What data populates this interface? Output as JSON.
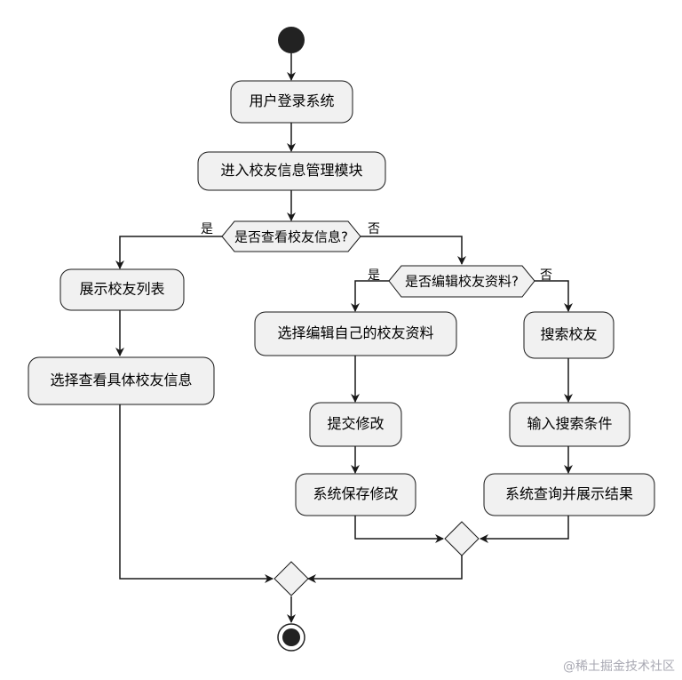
{
  "nodes": {
    "login": "用户登录系统",
    "enter_module": "进入校友信息管理模块",
    "decision_view": "是否查看校友信息?",
    "show_list": "展示校友列表",
    "select_view": "选择查看具体校友信息",
    "decision_edit": "是否编辑校友资料?",
    "select_edit": "选择编辑自己的校友资料",
    "submit": "提交修改",
    "save": "系统保存修改",
    "search": "搜索校友",
    "input_search": "输入搜索条件",
    "query_show": "系统查询并展示结果"
  },
  "branches": {
    "view_yes": "是",
    "view_no": "否",
    "edit_yes": "是",
    "edit_no": "否"
  },
  "watermark": "@稀土掘金技术社区",
  "colors": {
    "node_fill": "#f1f1f1",
    "stroke": "#181818",
    "start_end": "#222222",
    "watermark": "#a9a9b3"
  }
}
